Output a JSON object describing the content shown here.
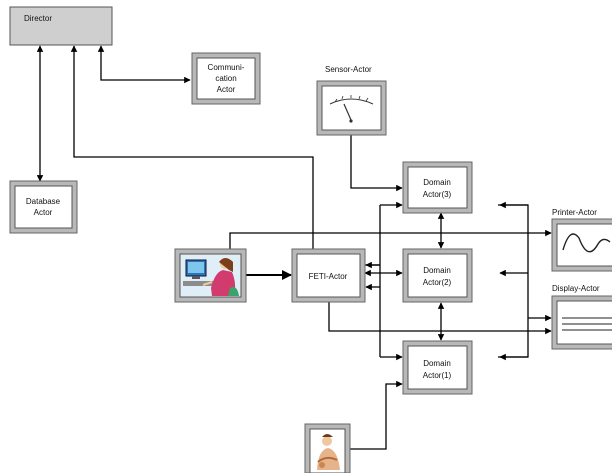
{
  "director": {
    "label": "Director"
  },
  "communication_actor": {
    "lines": [
      "Communi-",
      "cation",
      "Actor"
    ]
  },
  "database_actor": {
    "lines": [
      "Database",
      "Actor"
    ]
  },
  "sensor_actor": {
    "label": "Sensor-Actor"
  },
  "feti_actor": {
    "label": "FETI-Actor"
  },
  "domain_actor_3": {
    "lines": [
      "Domain",
      "Actor(3)"
    ]
  },
  "domain_actor_2": {
    "lines": [
      "Domain",
      "Actor(2)"
    ]
  },
  "domain_actor_1": {
    "lines": [
      "Domain",
      "Actor(1)"
    ]
  },
  "printer_actor": {
    "label": "Printer-Actor"
  },
  "display_actor": {
    "label": "Display-Actor"
  },
  "colors": {
    "box_fill": "#ffffff",
    "box_frame": "#b8b8b8",
    "director_fill": "#cfcfcf",
    "line": "#000000"
  }
}
